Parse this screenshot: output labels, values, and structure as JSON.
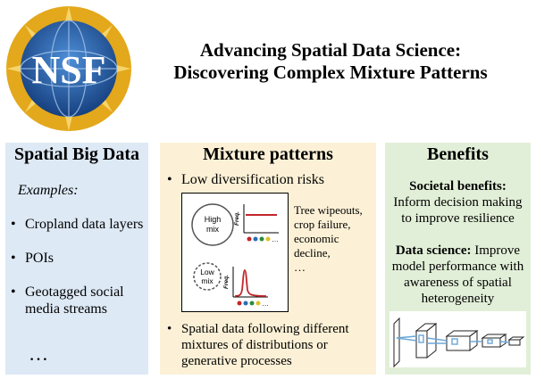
{
  "header": {
    "logo_text": "NSF",
    "title_line1": "Advancing Spatial Data Science:",
    "title_line2": "Discovering Complex Mixture Patterns"
  },
  "left_panel": {
    "heading": "Spatial Big Data",
    "examples_label": "Examples:",
    "items": [
      "Cropland data layers",
      "POIs",
      "Geotagged social media streams"
    ],
    "ellipsis": "…"
  },
  "middle_panel": {
    "heading": "Mixture patterns",
    "bullet1": "Low diversification risks",
    "high_label": "High mix",
    "low_label": "Low mix",
    "freq_label": "Freq.",
    "chart_ellipsis": "…",
    "risks": [
      "Tree wipeouts,",
      "crop failure,",
      "economic",
      "decline,",
      "…"
    ],
    "bullet2": "Spatial data following different mixtures of distributions or generative processes"
  },
  "right_panel": {
    "heading": "Benefits",
    "societal_label": "Societal benefits:",
    "societal_text": "Inform decision making to improve resilience",
    "ds_label": "Data science:",
    "ds_text": "Improve model performance with awareness of spatial heterogeneity"
  },
  "colors": {
    "left_bg": "#dde9f5",
    "mid_bg": "#fcf1d6",
    "right_bg": "#e2efd8",
    "accent_red": "#c0262a",
    "nsf_blue": "#1b4f9c",
    "nsf_gold": "#e3a81b"
  }
}
